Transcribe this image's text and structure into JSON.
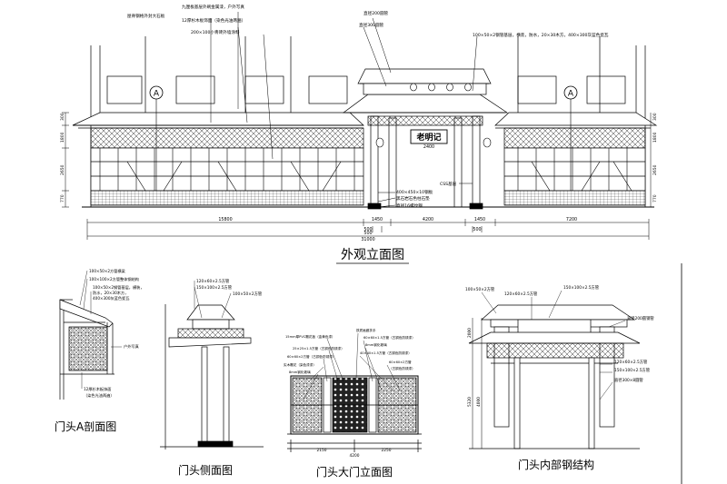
{
  "main_title": "外观立面图",
  "main_annotations": {
    "n1": "九厘板基层外刷金属漆，户外写真",
    "n2": "屋脊钢格外封大石板",
    "n3": "12厚杉木板饰面（染色光油两遍）",
    "n4": "200×100小青砖外墙涂料",
    "n5": "直径200圆管",
    "n6": "直径300圆管",
    "n7": "100×50×2钢管基层，横装，防水，20×30木方，400×300灰蓝色瓷瓦",
    "n8": "老明记",
    "n9": "CSS基层",
    "n10": "400×450×10钢板",
    "n11": "黑石岩石色柱石垫",
    "n12": "直径16螺纹钢"
  },
  "main_heights": [
    "300",
    "1800",
    "2650",
    "770"
  ],
  "main_dims": [
    "15800",
    "1450",
    "4200",
    "1450",
    "7200",
    "31000",
    "500",
    "500",
    "2400"
  ],
  "section_markers": [
    "A",
    "A"
  ],
  "section_a": {
    "title": "门头A剖面图",
    "notes": [
      "100×50×2方管横梁",
      "100×100×2方管整体钢结构",
      "100×50×2钢管基层，横装，",
      "防水，20×30木方，",
      "400×300灰蓝色瓷瓦",
      "户外写真",
      "12厚杉木板饰面",
      "（染色光油两遍）"
    ]
  },
  "side_view": {
    "title": "门头侧面图",
    "notes": [
      "120×60×2.5方管",
      "150×100×2.5方管",
      "100×50×2方管"
    ]
  },
  "gate_elevation": {
    "title": "门头大门立面图",
    "notes": [
      "15mm厚PVC雕花板（金黄色漆）",
      "25×25×1.5方管（古铜色防锈漆）",
      "60×60×2方管（古铜色防锈漆）",
      "实木雕花（染色漆漆）",
      "8mm钢化玻璃",
      "铁质画廊扶手",
      "60×60×1.5方管（古铜色防锈漆）",
      "8mm钢化玻璃",
      "40×40×1.5方管（古铜色防锈漆）",
      "60×60×2方管",
      "（古铜色防锈漆）"
    ],
    "dims": [
      "2150",
      "2250",
      "4200"
    ]
  },
  "steel_structure": {
    "title": "门头内部钢结构",
    "notes": [
      "100×50×2方管",
      "120×60×2.5方管",
      "150×100×2.5方管",
      "直径200圆钢管",
      "120×60×2.5方管",
      "150×100×2.5方管",
      "直径300×8圆管"
    ],
    "dims": [
      "2000",
      "5320",
      "4000"
    ]
  }
}
